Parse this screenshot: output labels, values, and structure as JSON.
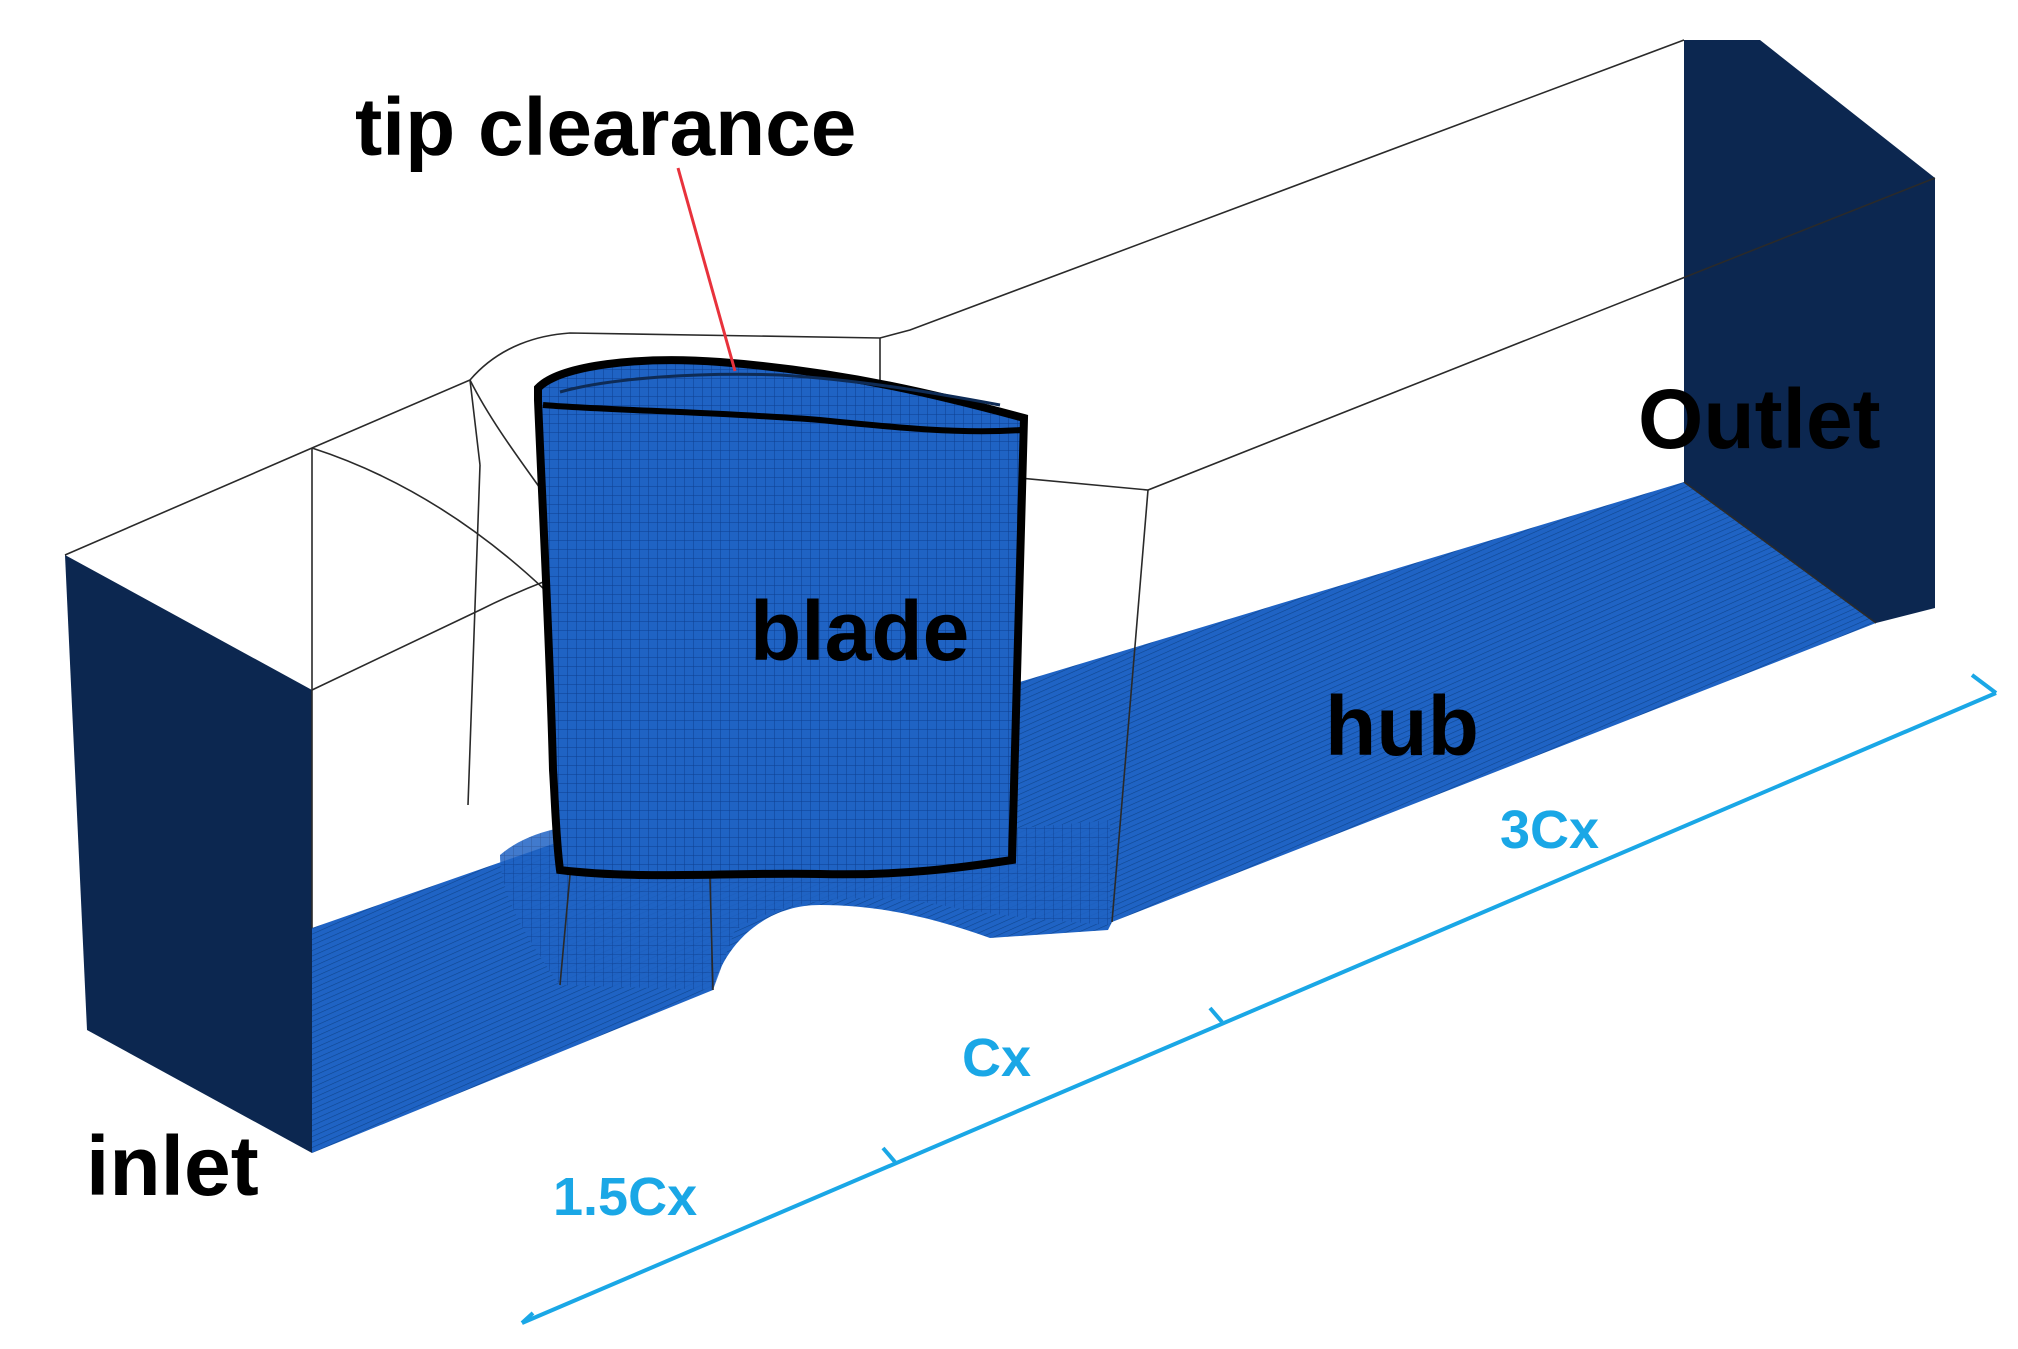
{
  "labels": {
    "tip_clearance": "tip clearance",
    "blade": "blade",
    "hub": "hub",
    "outlet": "Outlet",
    "inlet": "inlet"
  },
  "dimensions": {
    "inlet_segment": "1.5Cx",
    "blade_segment": "Cx",
    "outlet_segment": "3Cx"
  },
  "colors": {
    "mesh_blue": "#1f63c4",
    "boundary_dark": "#0c2750",
    "dimension_line": "#1aa7e6",
    "leader_line": "#e8323c",
    "edge_line": "#000000"
  }
}
